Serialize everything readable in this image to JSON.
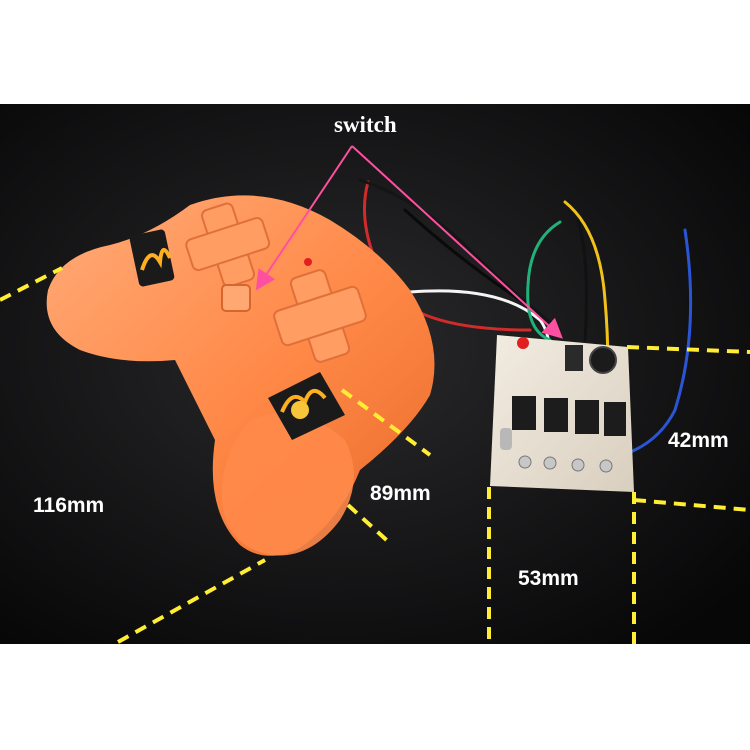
{
  "labels": {
    "switch": "switch",
    "length": "116mm",
    "width": "89mm",
    "board_height": "42mm",
    "board_width": "53mm"
  },
  "colors": {
    "background": "#0f0f10",
    "controller": "#ff8a4a",
    "board": "#e8e0d2",
    "dash": "#ffee33",
    "arrow": "#ff4fa0"
  }
}
